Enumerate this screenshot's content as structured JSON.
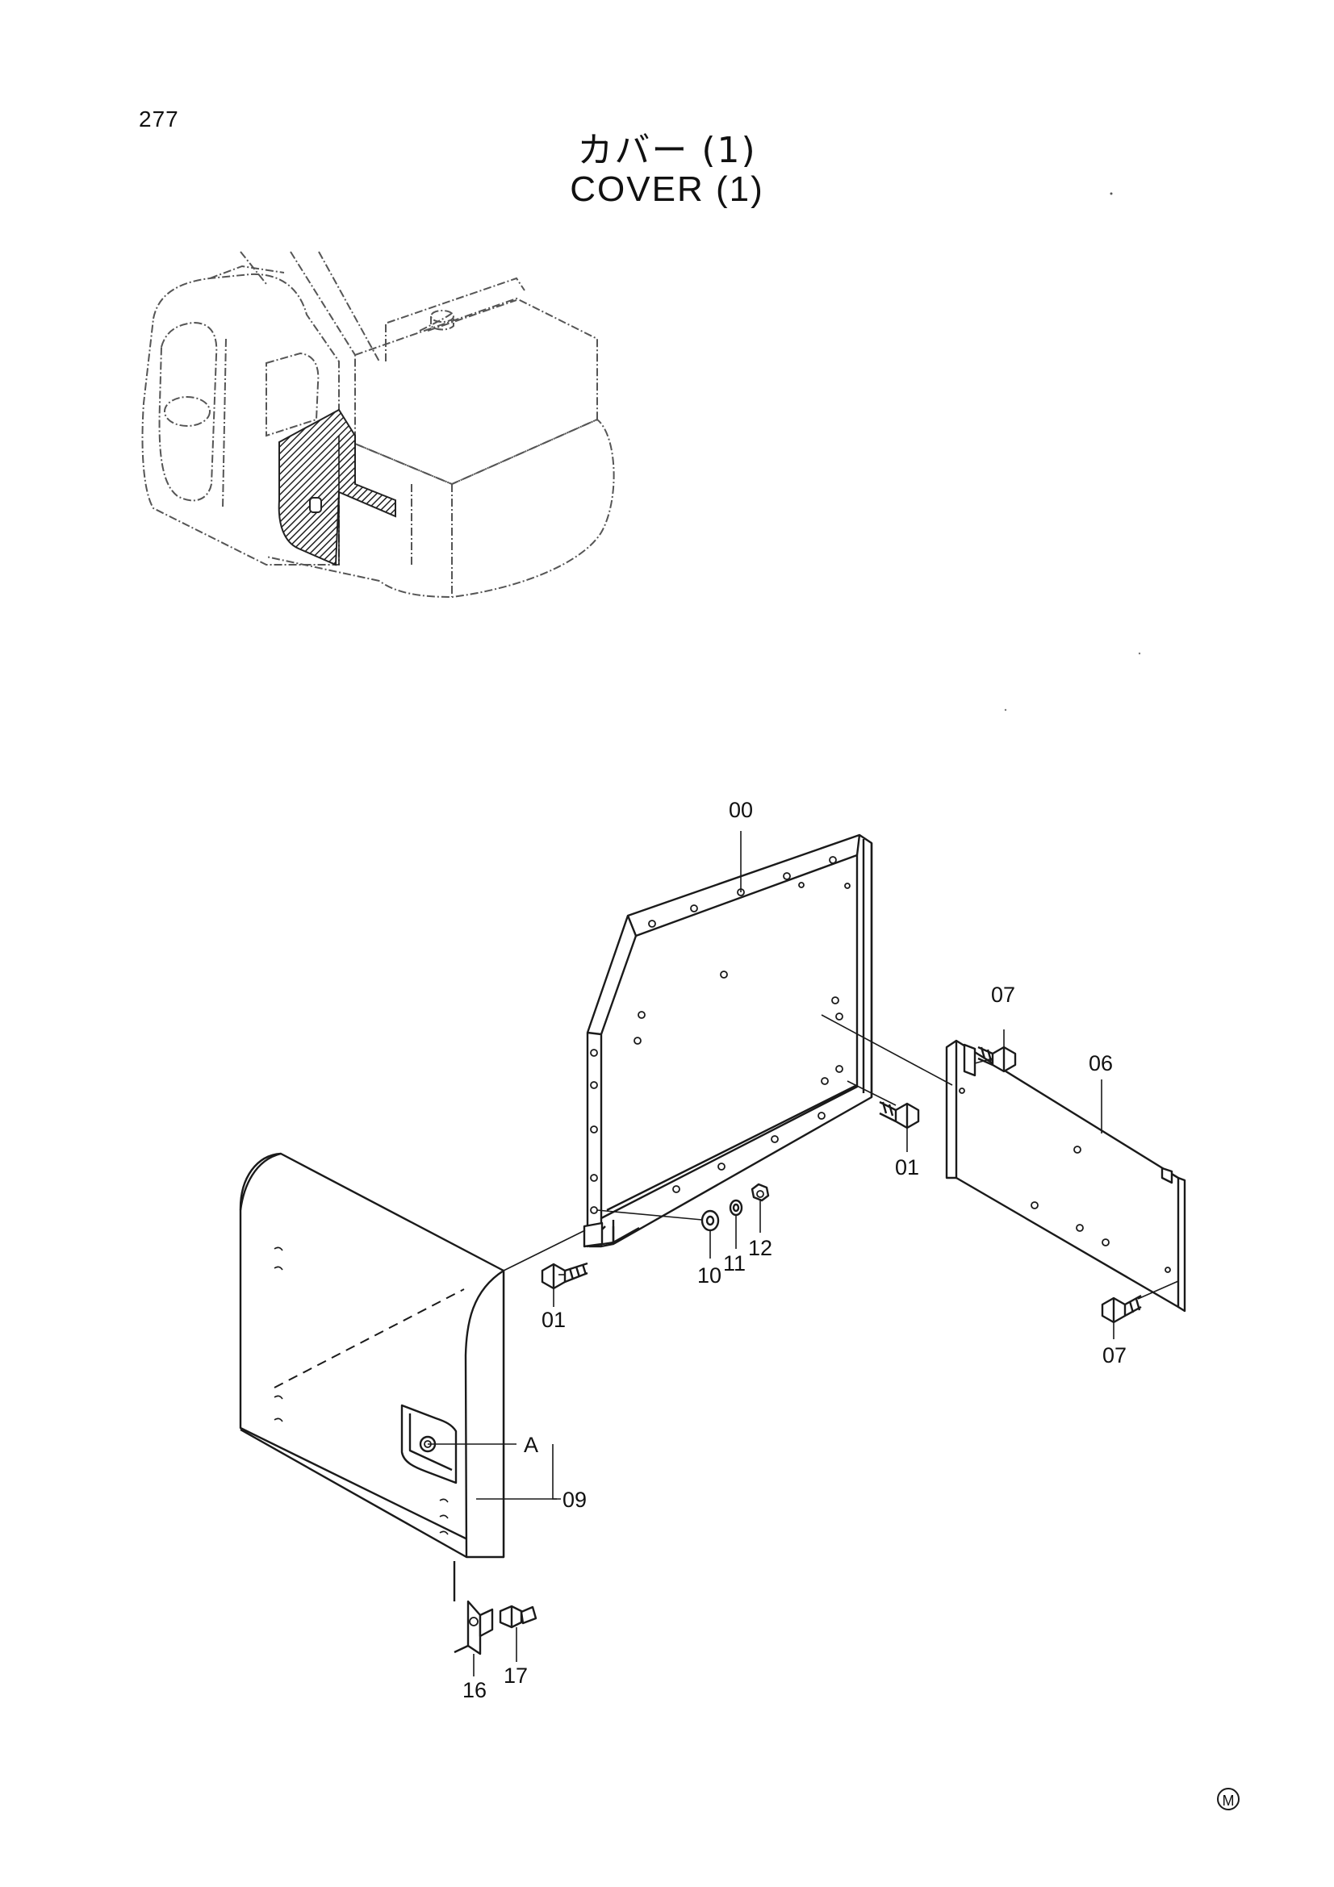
{
  "page": {
    "number": "277",
    "title_jp": "カバー (1)",
    "title_en": "COVER (1)"
  },
  "callouts": {
    "c00": "00",
    "c01a": "01",
    "c01b": "01",
    "c06": "06",
    "c07a": "07",
    "c07b": "07",
    "c09": "09",
    "c10": "10",
    "c11": "11",
    "c12": "12",
    "c16": "16",
    "c17": "17",
    "detail_a": "A"
  },
  "mark": {
    "symbol": "Ⓜ"
  }
}
